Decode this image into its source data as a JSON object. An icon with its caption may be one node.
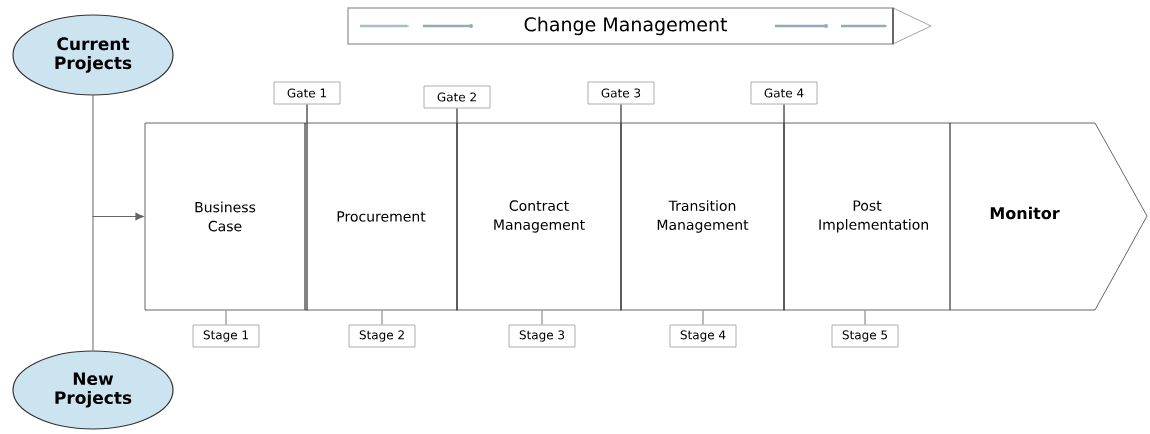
{
  "diagram": {
    "nodes": [
      {
        "text": [
          "Current Projects"
        ]
      },
      {
        "text": [
          "New Projects"
        ]
      },
      {
        "text": [
          "Change Management"
        ]
      },
      {
        "text": [
          "Business Case"
        ]
      },
      {
        "text": [
          "Procurement"
        ]
      },
      {
        "text": [
          "Contract Management"
        ]
      },
      {
        "text": [
          "Transition Management"
        ]
      },
      {
        "text": [
          "Post Implementation"
        ]
      },
      {
        "text": [
          "Monitor"
        ]
      },
      {
        "text": [
          "Gate 1"
        ]
      },
      {
        "text": [
          "Gate 2"
        ]
      },
      {
        "text": [
          "Gate 3"
        ]
      },
      {
        "text": [
          "Gate 4"
        ]
      },
      {
        "text": [
          "Stage 1"
        ]
      },
      {
        "text": [
          "Stage 2"
        ]
      },
      {
        "text": [
          "Stage 3"
        ]
      },
      {
        "text": [
          "Stage 4"
        ]
      },
      {
        "text": [
          "Stage 5"
        ]
      }
    ],
    "edges": [
      {
        "from": 0,
        "to": 3,
        "arrow": "to"
      },
      {
        "from": 1,
        "to": 3,
        "arrow": "to"
      },
      {
        "from": 9,
        "to": 4,
        "arrow": "none"
      },
      {
        "from": 10,
        "to": 5,
        "arrow": "none"
      },
      {
        "from": 11,
        "to": 6,
        "arrow": "none"
      },
      {
        "from": 12,
        "to": 7,
        "arrow": "none"
      },
      {
        "from": 13,
        "to": 3,
        "arrow": "none"
      },
      {
        "from": 14,
        "to": 4,
        "arrow": "none"
      },
      {
        "from": 15,
        "to": 5,
        "arrow": "none"
      },
      {
        "from": 16,
        "to": 6,
        "arrow": "none"
      },
      {
        "from": 17,
        "to": 7,
        "arrow": "none"
      }
    ]
  }
}
